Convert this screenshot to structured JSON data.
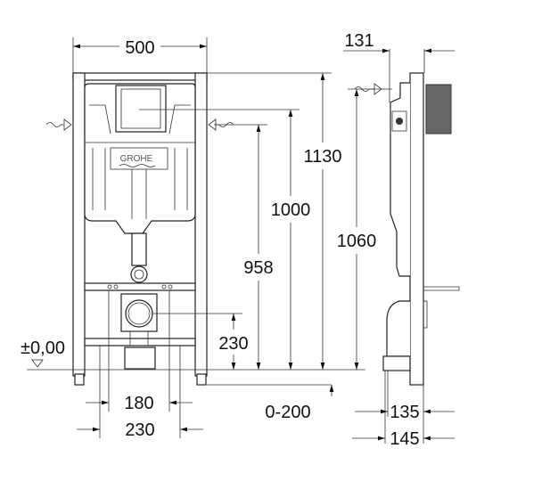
{
  "drawing": {
    "brand_logo": "GROHE",
    "front_view": {
      "width": "500",
      "height_total": "1130",
      "height_1000": "1000",
      "height_958": "958",
      "height_230": "230",
      "floor_level": "±0,00",
      "width_180": "180",
      "width_230": "230",
      "floor_adjust": "0-200"
    },
    "side_view": {
      "depth_131": "131",
      "height_1060": "1060",
      "depth_135": "135",
      "depth_145": "145"
    }
  }
}
